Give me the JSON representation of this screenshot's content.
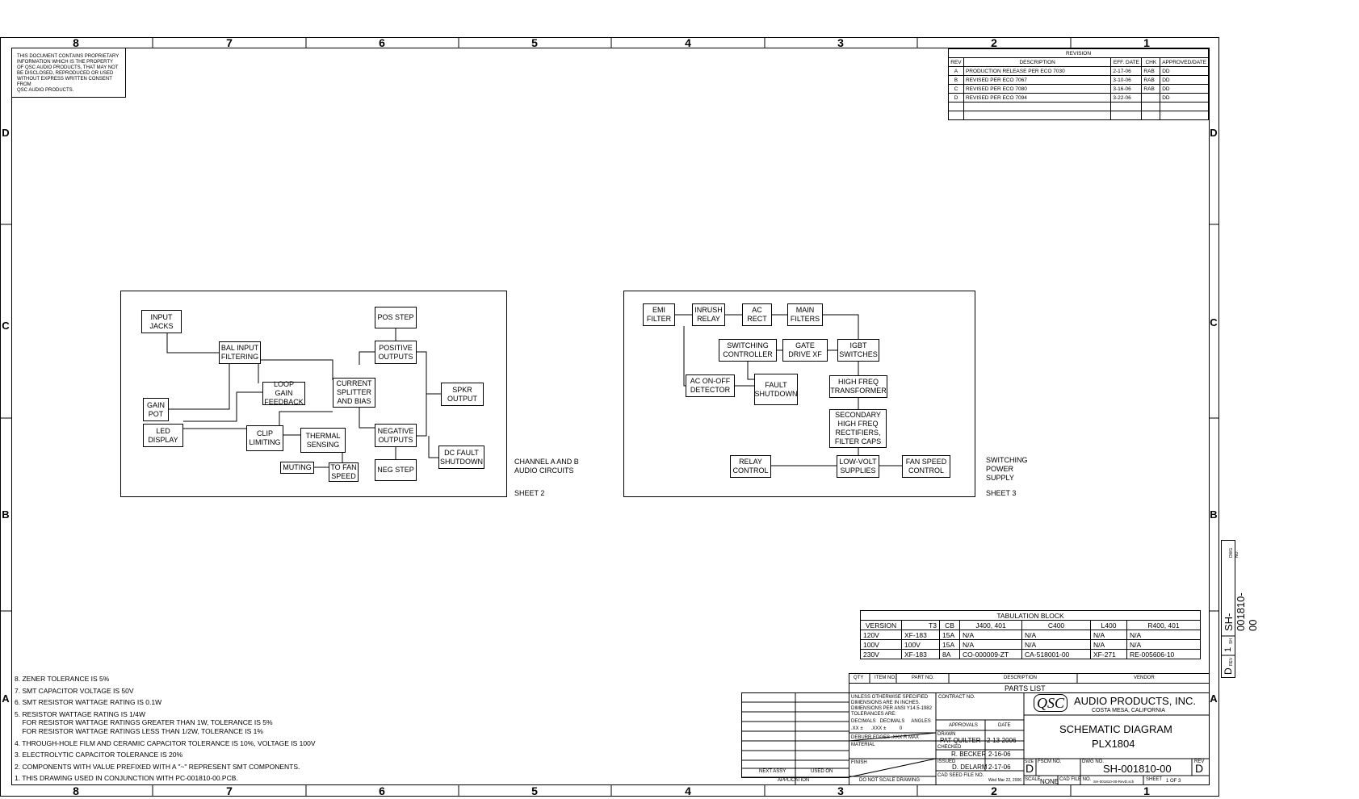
{
  "frame": {
    "columns": [
      "8",
      "7",
      "6",
      "5",
      "4",
      "3",
      "2",
      "1"
    ],
    "rows": [
      "D",
      "C",
      "B",
      "A"
    ]
  },
  "proprietary": "THIS DOCUMENT CONTAINS PROPRIETARY\nINFORMATION WHICH IS THE PROPERTY\nOF QSC AUDIO PRODUCTS, THAT MAY NOT\nBE DISCLOSED, REPRODUCED OR USED\nWITHOUT EXPRESS WRITTEN CONSENT FROM\nQSC AUDIO PRODUCTS.",
  "revision": {
    "title": "REVISION",
    "headers": [
      "REV",
      "DESCRIPTION",
      "EFF. DATE",
      "CHK",
      "APPROVED/DATE"
    ],
    "rows": [
      [
        "A",
        "PRODUCTION RELEASE PER ECO 7030",
        "2-17-06",
        "RAB",
        "DD"
      ],
      [
        "B",
        "REVISED PER ECO 7067",
        "3-10-06",
        "RAB",
        "DD"
      ],
      [
        "C",
        "REVISED PER ECO 7080",
        "3-16-06",
        "RAB",
        "DD"
      ],
      [
        "D",
        "REVISED PER ECO 7094",
        "3-22-06",
        "",
        "DD"
      ],
      [
        "",
        "",
        "",
        "",
        ""
      ],
      [
        "",
        "",
        "",
        "",
        ""
      ]
    ]
  },
  "audio": {
    "blocks": {
      "input_jacks": "INPUT\nJACKS",
      "bal_input": "BAL INPUT\nFILTERING",
      "gain_pot": "GAIN\nPOT",
      "led_display": "LED\nDISPLAY",
      "loop_gain": "LOOP GAIN\nFEEDBACK",
      "clip_limiting": "CLIP\nLIMITING",
      "thermal": "THERMAL\nSENSING",
      "muting": "MUTING",
      "to_fan": "TO FAN\nSPEED",
      "current_splitter": "CURRENT\nSPLITTER\nAND BIAS",
      "pos_step": "POS STEP",
      "positive_outputs": "POSITIVE\nOUTPUTS",
      "negative_outputs": "NEGATIVE\nOUTPUTS",
      "neg_step": "NEG STEP",
      "spkr_output": "SPKR\nOUTPUT",
      "dc_fault": "DC FAULT\nSHUTDOWN"
    },
    "label": "CHANNEL A AND B\nAUDIO CIRCUITS",
    "sheet": "SHEET 2"
  },
  "power": {
    "blocks": {
      "emi": "EMI\nFILTER",
      "inrush": "INRUSH\nRELAY",
      "ac_rect": "AC\nRECT",
      "main_filters": "MAIN\nFILTERS",
      "switching_ctrl": "SWITCHING\nCONTROLLER",
      "gate_drive": "GATE\nDRIVE XF",
      "igbt": "IGBT\nSWITCHES",
      "ac_detector": "AC ON-OFF\nDETECTOR",
      "fault": "FAULT\nSHUTDOWN",
      "hf_transformer": "HIGH FREQ\nTRANSFORMER",
      "secondary": "SECONDARY\nHIGH FREQ\nRECTIFIERS,\nFILTER CAPS",
      "relay_ctrl": "RELAY\nCONTROL",
      "low_volt": "LOW-VOLT\nSUPPLIES",
      "fan_speed": "FAN SPEED\nCONTROL"
    },
    "label": "SWITCHING\nPOWER\nSUPPLY",
    "sheet": "SHEET 3"
  },
  "tabulation": {
    "title": "TABULATION BLOCK",
    "headers": [
      "VERSION",
      "T3",
      "CB",
      "J400, 401",
      "C400",
      "L400",
      "R400, 401"
    ],
    "rows": [
      [
        "120V",
        "XF-183",
        "15A",
        "N/A",
        "N/A",
        "N/A",
        "N/A"
      ],
      [
        "100V",
        "100V",
        "15A",
        "N/A",
        "N/A",
        "N/A",
        "N/A"
      ],
      [
        "230V",
        "XF-183",
        "8A",
        "CO-000009-ZT",
        "CA-518001-00",
        "XF-271",
        "RE-005606-10"
      ]
    ]
  },
  "notes": [
    "8. ZENER TOLERANCE IS 5%",
    "7. SMT CAPACITOR VOLTAGE IS 50V",
    "6. SMT RESISTOR WATTAGE RATING IS 0.1W",
    "5. RESISTOR WATTAGE RATING IS 1/4W",
    "    FOR RESISTOR WATTAGE RATINGS GREATER THAN 1W, TOLERANCE IS 5%",
    "    FOR RESISTOR WATTAGE RATINGS LESS THAN 1/2W, TOLERANCE IS 1%",
    "4. THROUGH-HOLE FILM AND CERAMIC CAPACITOR TOLERANCE IS 10%, VOLTAGE IS 100V",
    "3. ELECTROLYTIC CAPACITOR TOLERANCE IS 20%",
    "2. COMPONENTS WITH VALUE PREFIXED WITH A \"~\" REPRESENT SMT COMPONENTS.",
    "1. THIS DRAWING USED IN CONJUNCTION WITH PC-001810-00.PCB."
  ],
  "title_block": {
    "parts_headers": [
      "QTY",
      "ITEM NO.",
      "PART NO.",
      "DESCRIPTION",
      "VENDOR"
    ],
    "parts_list": "PARTS LIST",
    "tolerances": "UNLESS OTHERWISE SPECIFIED\nDIMENSIONS ARE IN INCHES.\nDIMENSIONS PER ANSI Y14.5-1982\nTOLERANCES ARE:",
    "decimals": "DECIMALS   DECIMALS     ANGLES",
    "xx": ".XX ±      .XXX ±          0",
    "deburr": "DEBURR EDGES .XXX R MAX",
    "material": "MATERIAL",
    "finish": "FINISH",
    "contract": "CONTRACT NO.",
    "approvals": "APPROVALS",
    "date": "DATE",
    "drawn": "DRAWN",
    "drawn_by": "PAT QUILTER",
    "drawn_date": "2-13-2006",
    "checked": "CHECKED",
    "checked_by": "R. BECKER",
    "checked_date": "2-16-06",
    "issued": "ISSUED",
    "issued_by": "D. DELARM",
    "issued_date": "2-17-06",
    "cad_seed": "CAD SEED FILE NO.",
    "timestamp": "Wed Mar 22, 2006",
    "company_logo": "QSC",
    "company": "AUDIO PRODUCTS, INC.",
    "city": "COSTA MESA, CALIFORNIA",
    "title1": "SCHEMATIC DIAGRAM",
    "title2": "PLX1804",
    "size_label": "SIZE",
    "size": "D",
    "fscm": "FSCM NO.",
    "dwg_label": "DWG NO.",
    "dwg_no": "SH-001810-00",
    "rev_label": "REV",
    "rev": "D",
    "scale_label": "SCALE",
    "scale": "NONE",
    "cad_file": "CAD FILE NO.",
    "cad_file_value": "SH-001810-00-RevD.sch",
    "sheet_label": "SHEET",
    "sheet": "1 OF 3",
    "next_assy": "NEXT ASSY",
    "used_on": "USED ON",
    "application": "APPLICATION",
    "do_not_scale": "DO NOT SCALE DRAWING",
    "side_rev": "D",
    "side_rev_label": "REV",
    "side_sheet": "1",
    "side_sheet_label": "SH",
    "side_dwg": "SH-001810-00",
    "side_dwg_label": "DWG NO."
  }
}
